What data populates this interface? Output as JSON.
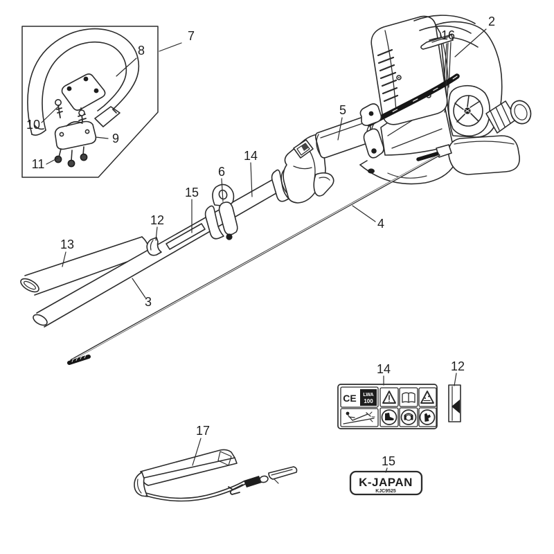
{
  "callouts": [
    {
      "id": "handle-assembly-box",
      "label": "7"
    },
    {
      "id": "loop-handle",
      "label": "8"
    },
    {
      "id": "handle-bolt",
      "label": "10"
    },
    {
      "id": "handle-lower-bracket",
      "label": "9"
    },
    {
      "id": "handle-nuts",
      "label": "11"
    },
    {
      "id": "engine-unit",
      "label": "2"
    },
    {
      "id": "cable-guide",
      "label": "16"
    },
    {
      "id": "throttle-housing",
      "label": "5"
    },
    {
      "id": "shaft-tube-upper",
      "label": "14"
    },
    {
      "id": "hanger-clamp",
      "label": "6"
    },
    {
      "id": "shaft-label-area",
      "label": "15"
    },
    {
      "id": "shaft-clip",
      "label": "12"
    },
    {
      "id": "inner-drive-shaft",
      "label": "4"
    },
    {
      "id": "grip-tube",
      "label": "13"
    },
    {
      "id": "outer-shaft-tube",
      "label": "3"
    },
    {
      "id": "warning-decal",
      "label": "14"
    },
    {
      "id": "arrow-decal",
      "label": "12"
    },
    {
      "id": "shoulder-harness",
      "label": "17"
    },
    {
      "id": "brand-decal",
      "label": "15"
    }
  ],
  "decals": {
    "brand": {
      "name": "K-JAPAN",
      "model": "KJC9525"
    },
    "warning": {
      "ce_mark": "CE",
      "noise_label": "LWA",
      "noise_value": "100"
    }
  },
  "colors": {
    "line": "#2b2b2b",
    "cable": "#161616",
    "background": "#ffffff"
  }
}
